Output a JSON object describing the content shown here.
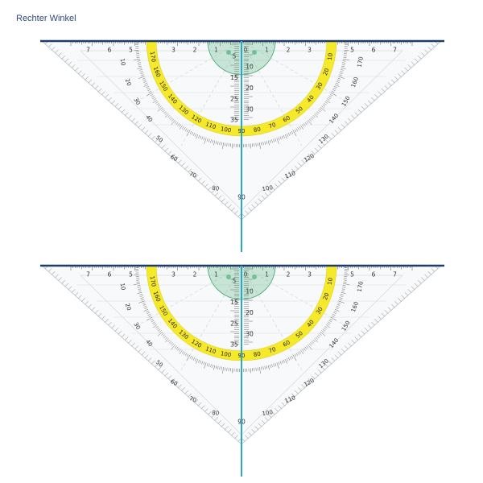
{
  "title": "Rechter Winkel",
  "colors": {
    "title": "#2e4a7a",
    "top_line": "#1d3d66",
    "vertical_line": "#2aa8c8",
    "band": "#f5e92a",
    "protractor_center": "#3aa66a",
    "scale_text": "#333333"
  },
  "set_squares": [
    {
      "ruler_left": [
        "7",
        "6",
        "5",
        "4",
        "3",
        "2",
        "1"
      ],
      "ruler_right": [
        "0",
        "1",
        "2",
        "3",
        "4",
        "5",
        "6",
        "7"
      ],
      "center_scale": [
        "5",
        "10",
        "15",
        "20",
        "25",
        "30",
        "35"
      ],
      "band_labels": [
        "170",
        "160",
        "150",
        "140",
        "130",
        "120",
        "110",
        "100",
        "90",
        "80",
        "70",
        "60",
        "50",
        "40",
        "30",
        "20",
        "10"
      ],
      "outer_left": [
        "10",
        "20",
        "30",
        "40",
        "50",
        "60",
        "70",
        "80"
      ],
      "outer_right": [
        "170",
        "160",
        "150",
        "140",
        "130",
        "120",
        "110",
        "100"
      ],
      "bottom_label": "90"
    },
    {
      "ruler_left": [
        "7",
        "6",
        "5",
        "4",
        "3",
        "2",
        "1"
      ],
      "ruler_right": [
        "0",
        "1",
        "2",
        "3",
        "4",
        "5",
        "6",
        "7"
      ],
      "center_scale": [
        "5",
        "10",
        "15",
        "20",
        "25",
        "30",
        "35"
      ],
      "band_labels": [
        "170",
        "160",
        "150",
        "140",
        "130",
        "120",
        "110",
        "100",
        "90",
        "80",
        "70",
        "60",
        "50",
        "40",
        "30",
        "20",
        "10"
      ],
      "outer_left": [
        "10",
        "20",
        "30",
        "40",
        "50",
        "60",
        "70",
        "80"
      ],
      "outer_right": [
        "170",
        "160",
        "150",
        "140",
        "130",
        "120",
        "110",
        "100"
      ],
      "bottom_label": "90"
    }
  ]
}
